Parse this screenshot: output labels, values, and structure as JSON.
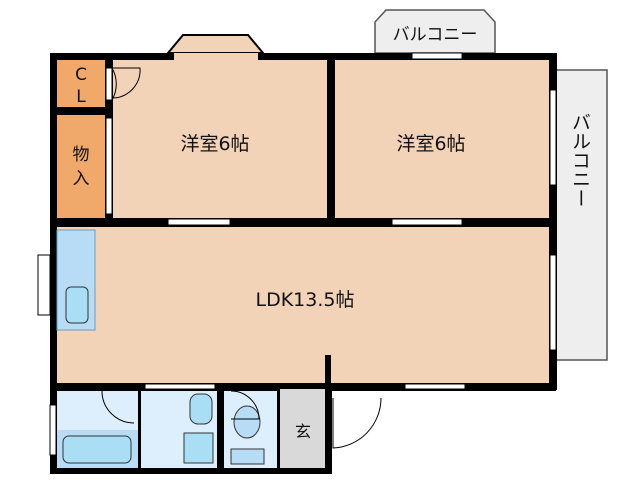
{
  "floorplan": {
    "rooms": {
      "cl_top": "C",
      "cl_bottom": "L",
      "storage_top": "物",
      "storage_bottom": "入",
      "western_room_1": "洋室6帖",
      "western_room_2": "洋室6帖",
      "ldk": "LDK13.5帖",
      "entrance": "玄",
      "balcony_top": "バルコニー",
      "balcony_right": "バルコニー"
    },
    "colors": {
      "room": "#f2d3b8",
      "storage": "#f0a96a",
      "wet_area": "#ddeefc",
      "fixture": "#a9def5",
      "entrance": "#d9d9d9",
      "balcony": "#eeeeee",
      "wall": "#000000"
    }
  }
}
